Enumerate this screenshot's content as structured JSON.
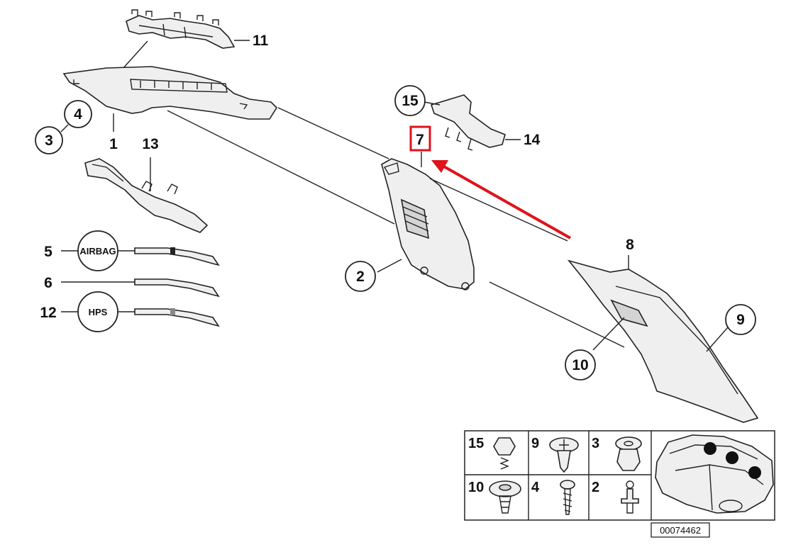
{
  "diagram": {
    "labels": {
      "l1": "1",
      "l2": "2",
      "l3": "3",
      "l4": "4",
      "l5": "5",
      "l6": "6",
      "l7": "7",
      "l8": "8",
      "l9": "9",
      "l10": "10",
      "l11": "11",
      "l12": "12",
      "l13": "13",
      "l14": "14",
      "l15": "15"
    },
    "badges": {
      "airbag": "AIRBAG",
      "hps": "HPS"
    },
    "highlight_color": "#e0121a",
    "inset_table": {
      "cells": [
        "15",
        "9",
        "3",
        "10",
        "4",
        "2"
      ]
    },
    "part_number": "00074462"
  }
}
